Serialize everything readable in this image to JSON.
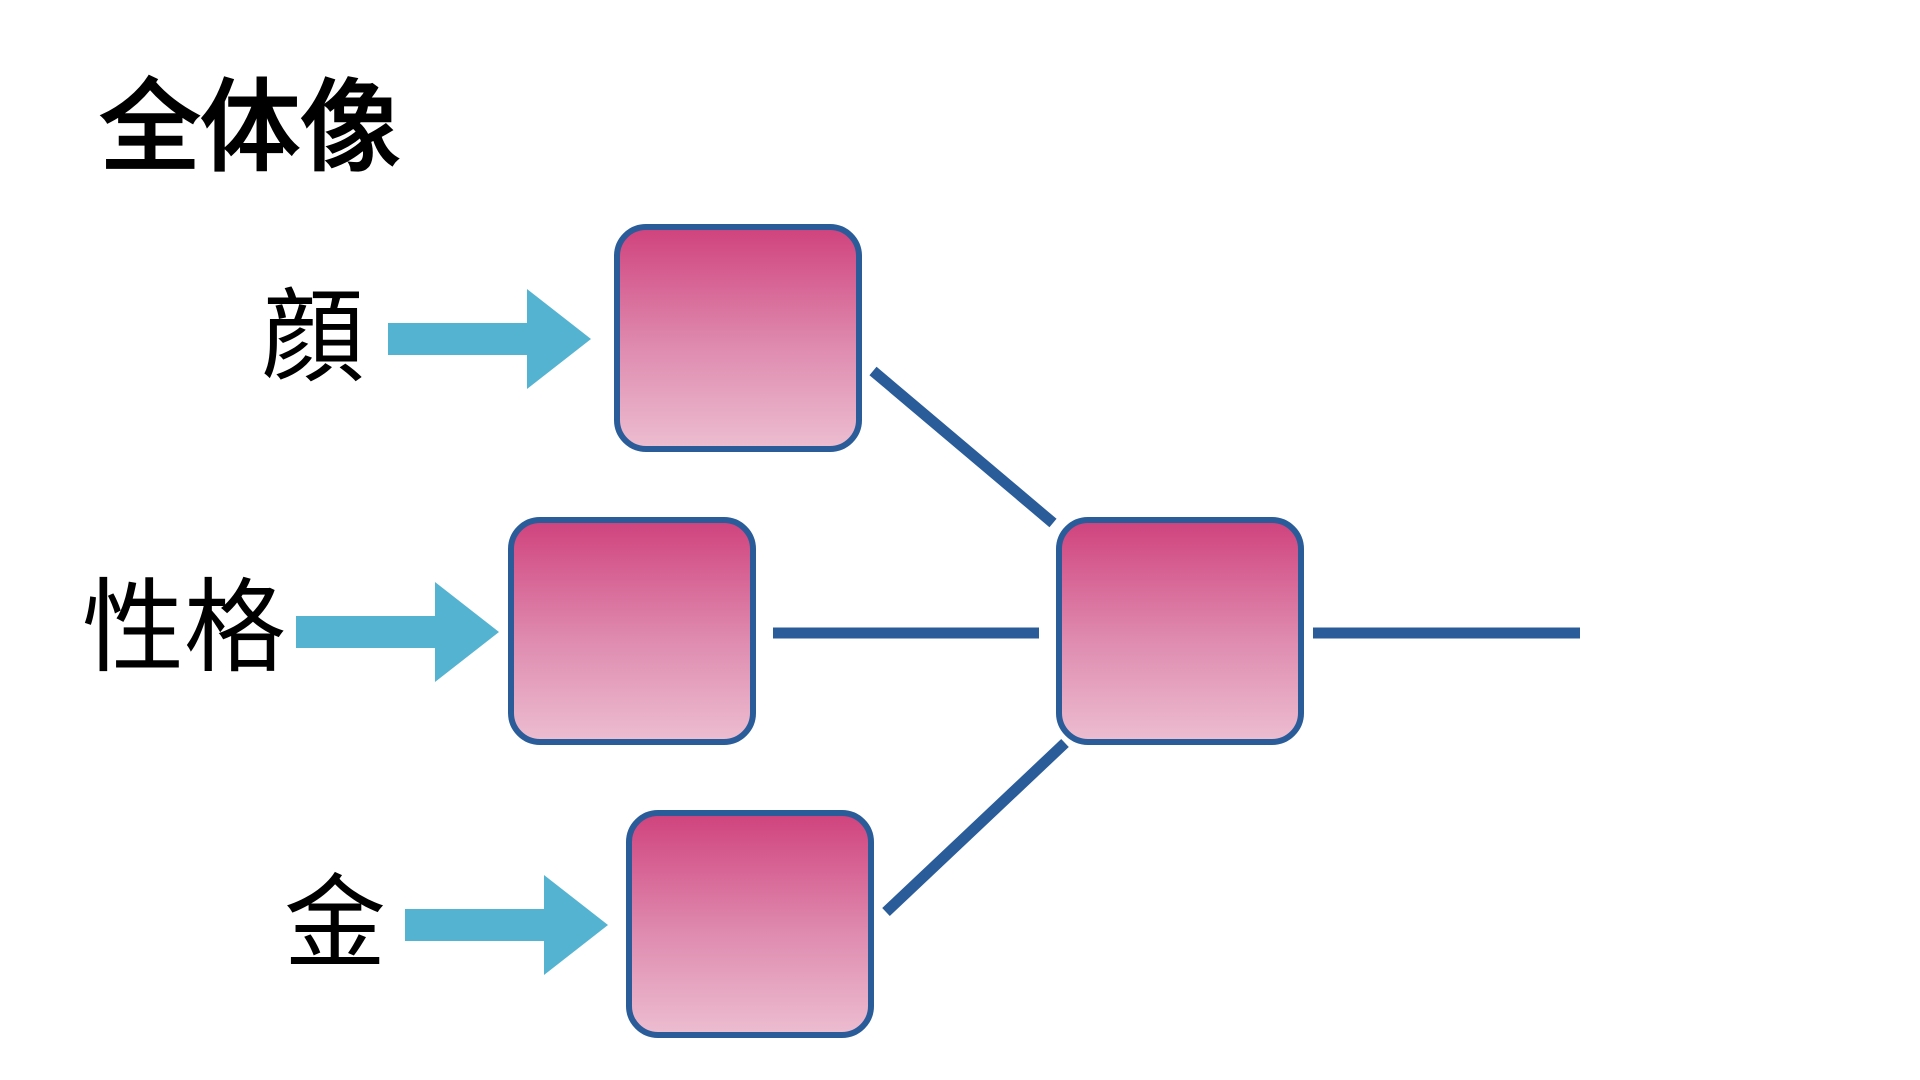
{
  "slide": {
    "title": "全体像",
    "inputs": [
      {
        "id": "face",
        "label": "顔"
      },
      {
        "id": "personality",
        "label": "性格"
      },
      {
        "id": "money",
        "label": "金"
      }
    ]
  },
  "colors": {
    "arrow": "#55b3d2",
    "connector": "#2a5c99",
    "box_border": "#2a5c99",
    "box_fill_top": "#d0447e",
    "box_fill_bottom": "#ecbccf",
    "background": "#ffffff",
    "text": "#000000"
  }
}
